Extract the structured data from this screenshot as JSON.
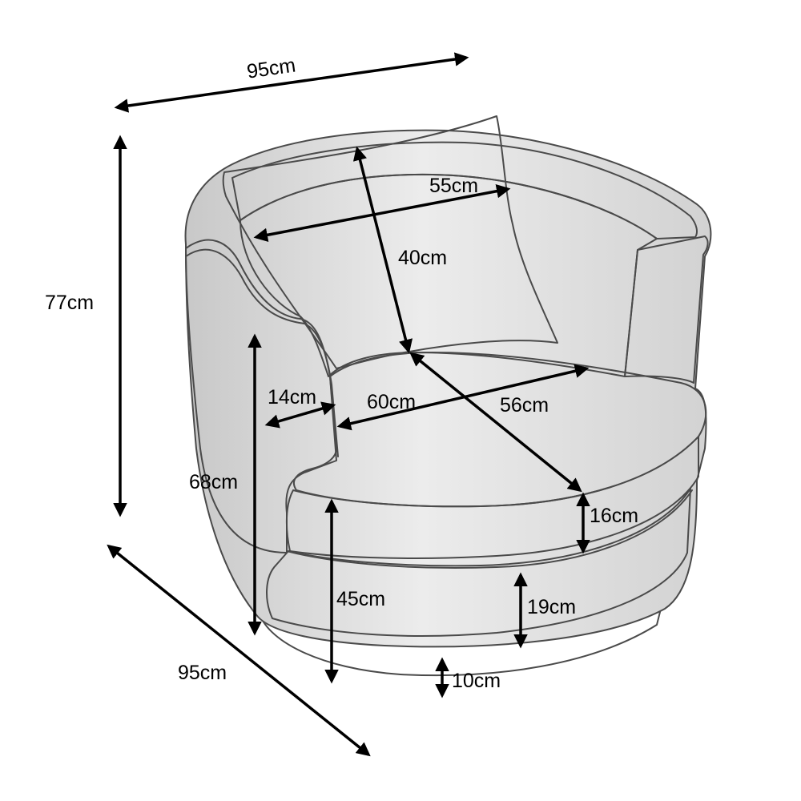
{
  "dimensions": {
    "overall_width": "95cm",
    "overall_depth": "95cm",
    "overall_height": "77cm",
    "cushion_width": "55cm",
    "cushion_height": "40cm",
    "armrest_width": "14cm",
    "seat_width": "60cm",
    "seat_depth": "56cm",
    "armrest_height": "68cm",
    "seat_thickness": "16cm",
    "seat_height": "45cm",
    "base_band_height": "19cm",
    "plinth_height": "10cm"
  }
}
